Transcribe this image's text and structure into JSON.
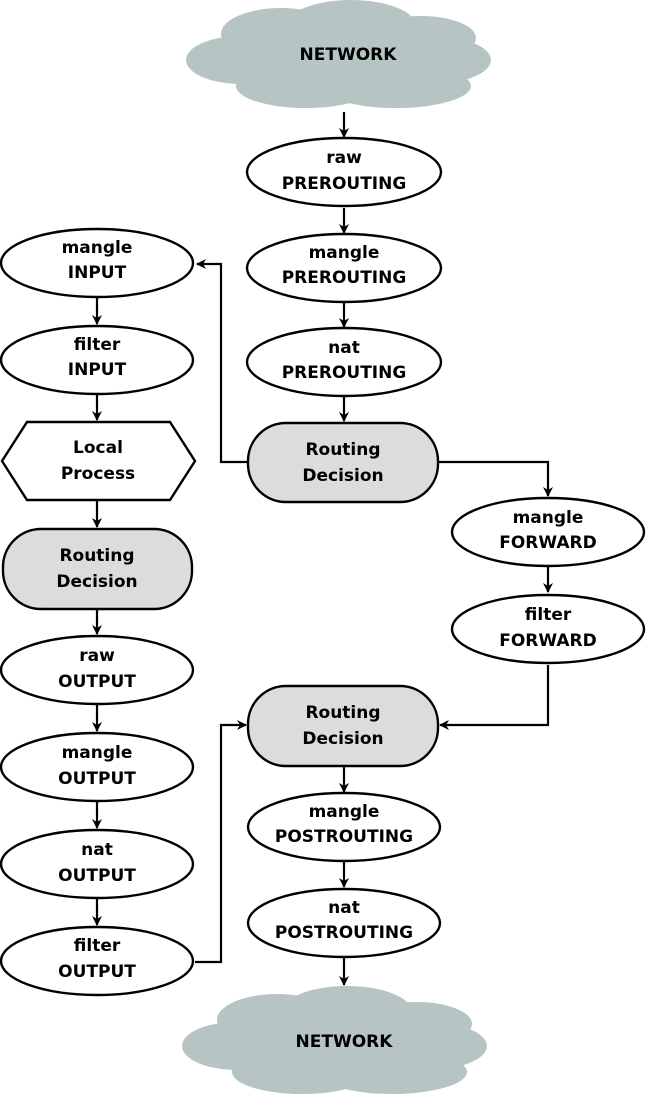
{
  "colors": {
    "cloud": "#b7c4c4",
    "decision": "#dcdcdc",
    "node": "#ffffff",
    "stroke": "#000000"
  },
  "nodes": {
    "network_top": {
      "lines": [
        "NETWORK"
      ]
    },
    "raw_prerouting": {
      "lines": [
        "raw",
        "PREROUTING"
      ]
    },
    "mangle_prerouting": {
      "lines": [
        "mangle",
        "PREROUTING"
      ]
    },
    "nat_prerouting": {
      "lines": [
        "nat",
        "PREROUTING"
      ]
    },
    "routing_decision_1": {
      "lines": [
        "Routing",
        "Decision"
      ]
    },
    "mangle_input": {
      "lines": [
        "mangle",
        "INPUT"
      ]
    },
    "filter_input": {
      "lines": [
        "filter",
        "INPUT"
      ]
    },
    "local_process": {
      "lines": [
        "Local",
        "Process"
      ]
    },
    "routing_decision_2": {
      "lines": [
        "Routing",
        "Decision"
      ]
    },
    "raw_output": {
      "lines": [
        "raw",
        "OUTPUT"
      ]
    },
    "mangle_output": {
      "lines": [
        "mangle",
        "OUTPUT"
      ]
    },
    "nat_output": {
      "lines": [
        "nat",
        "OUTPUT"
      ]
    },
    "filter_output": {
      "lines": [
        "filter",
        "OUTPUT"
      ]
    },
    "mangle_forward": {
      "lines": [
        "mangle",
        "FORWARD"
      ]
    },
    "filter_forward": {
      "lines": [
        "filter",
        "FORWARD"
      ]
    },
    "routing_decision_3": {
      "lines": [
        "Routing",
        "Decision"
      ]
    },
    "mangle_postrouting": {
      "lines": [
        "mangle",
        "POSTROUTING"
      ]
    },
    "nat_postrouting": {
      "lines": [
        "nat",
        "POSTROUTING"
      ]
    },
    "network_bottom": {
      "lines": [
        "NETWORK"
      ]
    }
  }
}
